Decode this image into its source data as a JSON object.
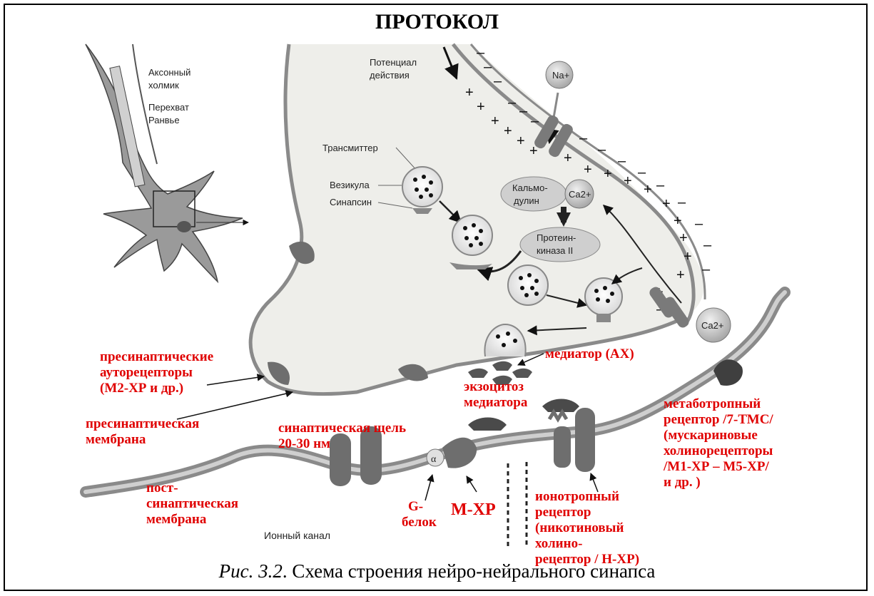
{
  "title": "ПРОТОКОЛ",
  "caption": {
    "fig_ref": "Рис. 3.2",
    "text": ". Схема строения нейро-нейрального синапса"
  },
  "neuron_labels": {
    "axon_hillock_1": "Аксонный",
    "axon_hillock_2": "холмик",
    "ranvier_1": "Перехват",
    "ranvier_2": "Ранвье"
  },
  "presyn_labels": {
    "action_potential_1": "Потенциал",
    "action_potential_2": "действия",
    "transmitter": "Трансмиттер",
    "vesicle": "Везикула",
    "synapsin": "Синапсин",
    "calmodulin_1": "Кальмо-",
    "calmodulin_2": "дулин",
    "protein_kinase_1": "Протеин-",
    "protein_kinase_2": "киназа II",
    "na": "Na+",
    "ca_inside": "Ca2+",
    "ca_outside": "Ca2+",
    "ion_channel": "Ионный канал",
    "alpha": "α"
  },
  "red_labels": {
    "autoreceptors": [
      "пресинаптические",
      "ауторецепторы",
      "(М2-ХР и др.)"
    ],
    "presyn_membrane": [
      "пресинаптическая",
      "мембрана"
    ],
    "mediator": "медиатор (АХ)",
    "exocytosis": [
      "экзоцитоз",
      "медиатора"
    ],
    "cleft": [
      "синаптическая щель",
      "20-30 нм"
    ],
    "metabotropic": [
      "метаботропный",
      "рецептор /7-ТМС/",
      "(мускариновые",
      "холинорецепторы",
      "/М1-ХР – М5-ХР/",
      "и др. )"
    ],
    "postsyn_membrane": [
      "пост-",
      "синаптическая",
      "мембрана"
    ],
    "g_protein": [
      "G-",
      "белок"
    ],
    "m_xr": "М-ХР",
    "ionotropic": [
      "ионотропный",
      "рецептор",
      "(никотиновый",
      "холино-",
      "рецептор / Н-ХР)"
    ]
  },
  "colors": {
    "membrane": "#8a8a8a",
    "cytoplasm": "#eeeeea",
    "receptor": "#6e6e6e",
    "red_text": "#e00000"
  }
}
